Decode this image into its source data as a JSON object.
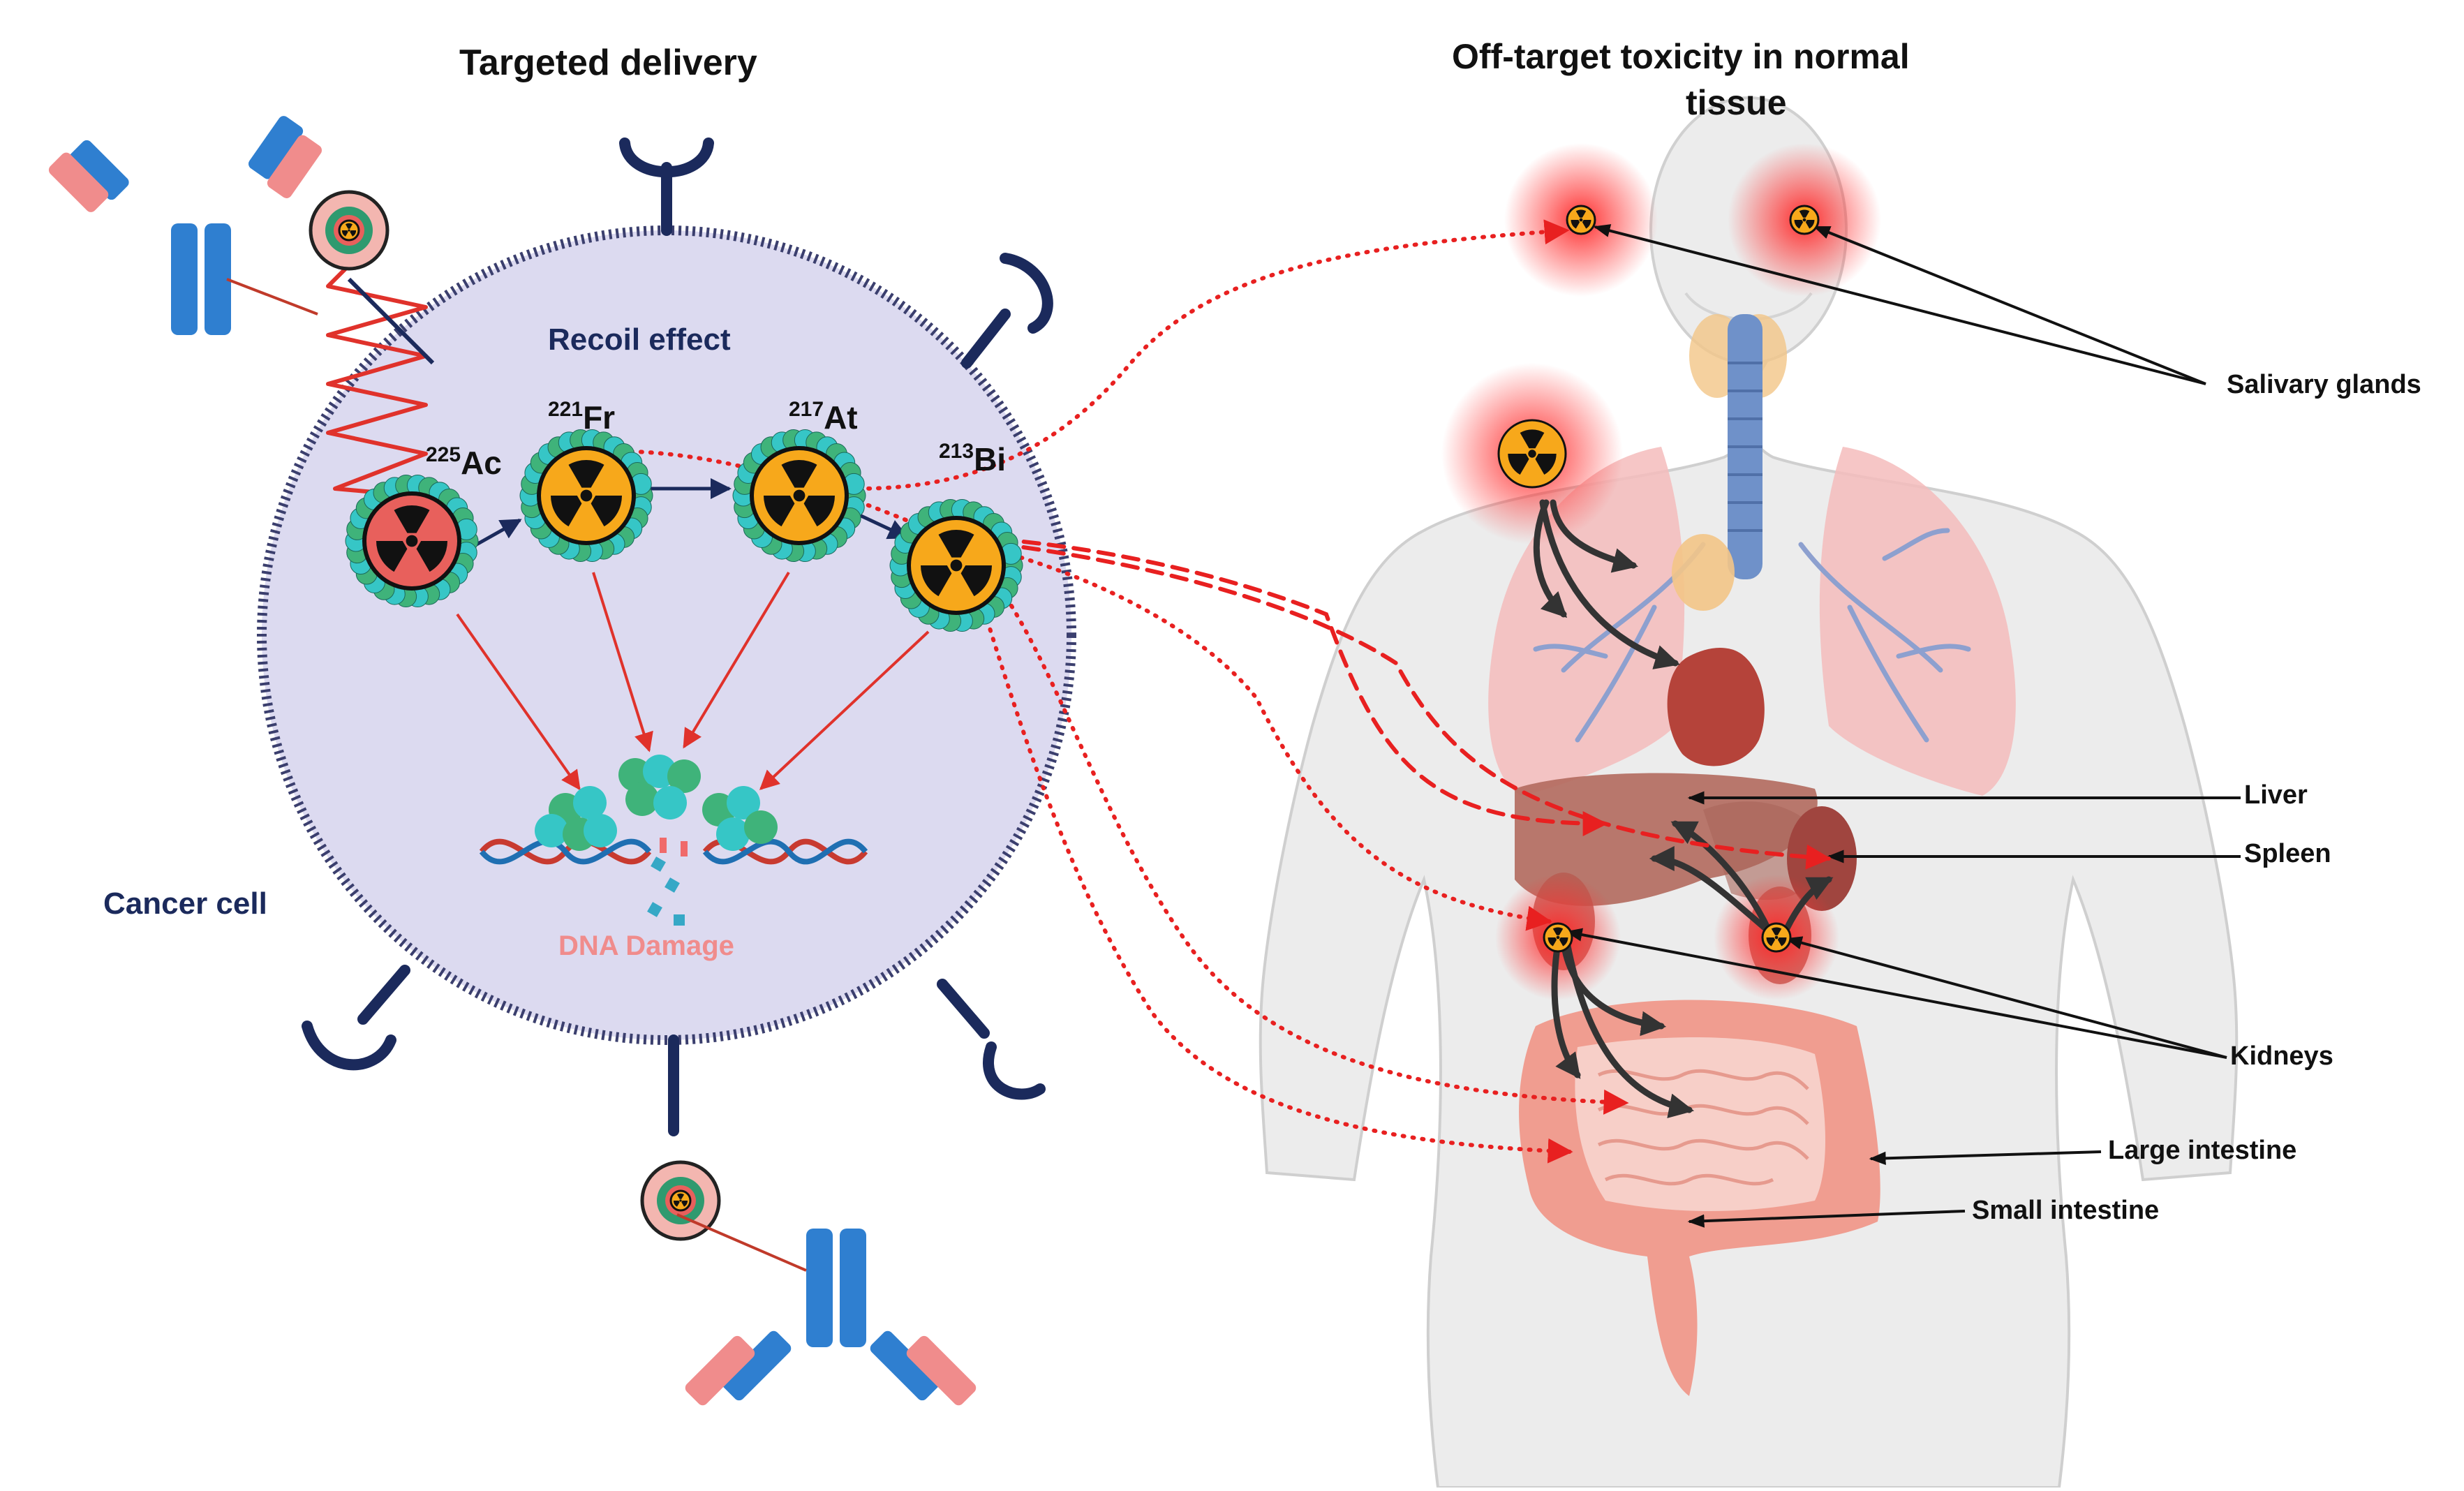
{
  "titles": {
    "left": "Targeted delivery",
    "right_line1": "Off-target toxicity in normal",
    "right_line2": "tissue"
  },
  "cell": {
    "recoil_label": "Recoil effect",
    "cell_label": "Cancer cell",
    "dna_label": "DNA Damage"
  },
  "isotopes": [
    {
      "mass": "225",
      "symbol": "Ac"
    },
    {
      "mass": "221",
      "symbol": "Fr"
    },
    {
      "mass": "217",
      "symbol": "At"
    },
    {
      "mass": "213",
      "symbol": "Bi"
    }
  ],
  "organs": {
    "salivary": "Salivary glands",
    "liver": "Liver",
    "spleen": "Spleen",
    "kidneys": "Kidneys",
    "large_intestine": "Large intestine",
    "small_intestine": "Small intestine"
  },
  "colors": {
    "cell_fill": "#dcdaf0",
    "cell_border": "#3b3f6e",
    "ac_core": "#e8605c",
    "daughter_core": "#f7a81b",
    "shell_green": "#3fb37a",
    "shell_cyan": "#36c6c6",
    "navy": "#1b2a5c",
    "red_arrow": "#e0322b",
    "antibody_blue": "#2f7fd0",
    "antibody_pink": "#f08c8c",
    "body": "#ebebeb",
    "lung": "#f3b9b9",
    "liver": "#b06a5a",
    "intestine": "#f2a69b",
    "airway": "#6c8fc6",
    "thyroid": "#f0c080",
    "glow": "#ff3030"
  },
  "icons": [
    "radiation-icon",
    "antibody-icon",
    "receptor-icon",
    "dna-icon",
    "human-body-icon"
  ]
}
